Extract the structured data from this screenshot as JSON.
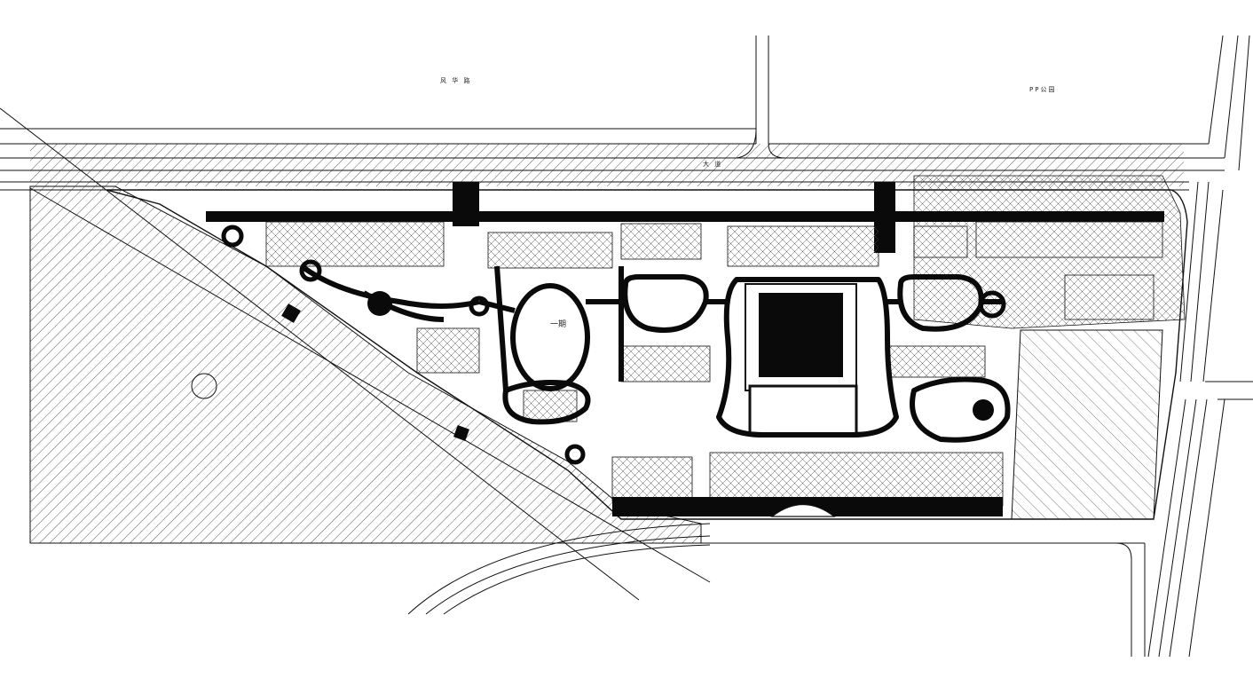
{
  "plan": {
    "labels": {
      "north_road": "风 华 路",
      "park": "PP公园",
      "avenue": "大 道",
      "phase": "一期"
    },
    "colors": {
      "line": "#111111",
      "hatch": "#333333",
      "fill_dark": "#0a0a0a",
      "background": "#ffffff"
    }
  }
}
